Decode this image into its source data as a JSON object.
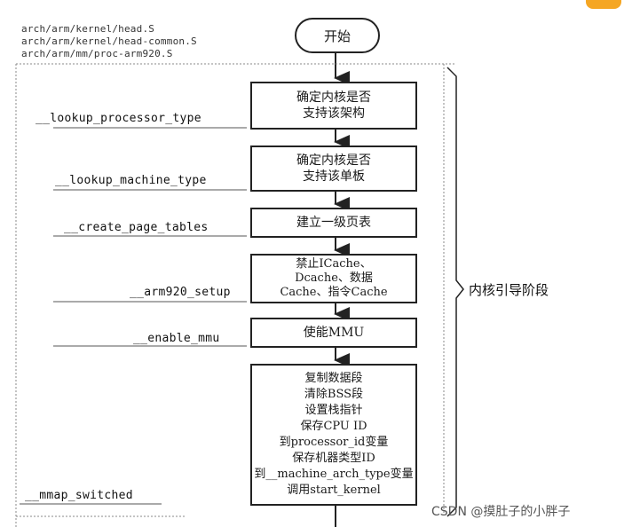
{
  "source_files": [
    "arch/arm/kernel/head.S",
    "arch/arm/kernel/head-common.S",
    "arch/arm/mm/proc-arm920.S"
  ],
  "start_label": "开始",
  "steps": [
    {
      "function": "__lookup_processor_type",
      "lines": [
        "确定内核是否",
        "支持该架构"
      ]
    },
    {
      "function": "__lookup_machine_type",
      "lines": [
        "确定内核是否",
        "支持该单板"
      ]
    },
    {
      "function": "__create_page_tables",
      "lines": [
        "建立一级页表"
      ]
    },
    {
      "function": "__arm920_setup",
      "lines": [
        "禁止ICache、",
        "Dcache、数据",
        "Cache、指令Cache"
      ]
    },
    {
      "function": "__enable_mmu",
      "lines": [
        "使能MMU"
      ]
    },
    {
      "function": "__mmap_switched",
      "lines": [
        "复制数据段",
        "清除BSS段",
        "设置栈指针",
        "保存CPU ID",
        "到processor_id变量",
        "保存机器类型ID",
        "到__machine_arch_type变量",
        "调用start_kernel"
      ]
    }
  ],
  "stage_label": "内核引导阶段",
  "watermark": "CSDN @摸肚子的小胖子",
  "colors": {
    "line": "#222222",
    "badge": "#f5a623"
  }
}
